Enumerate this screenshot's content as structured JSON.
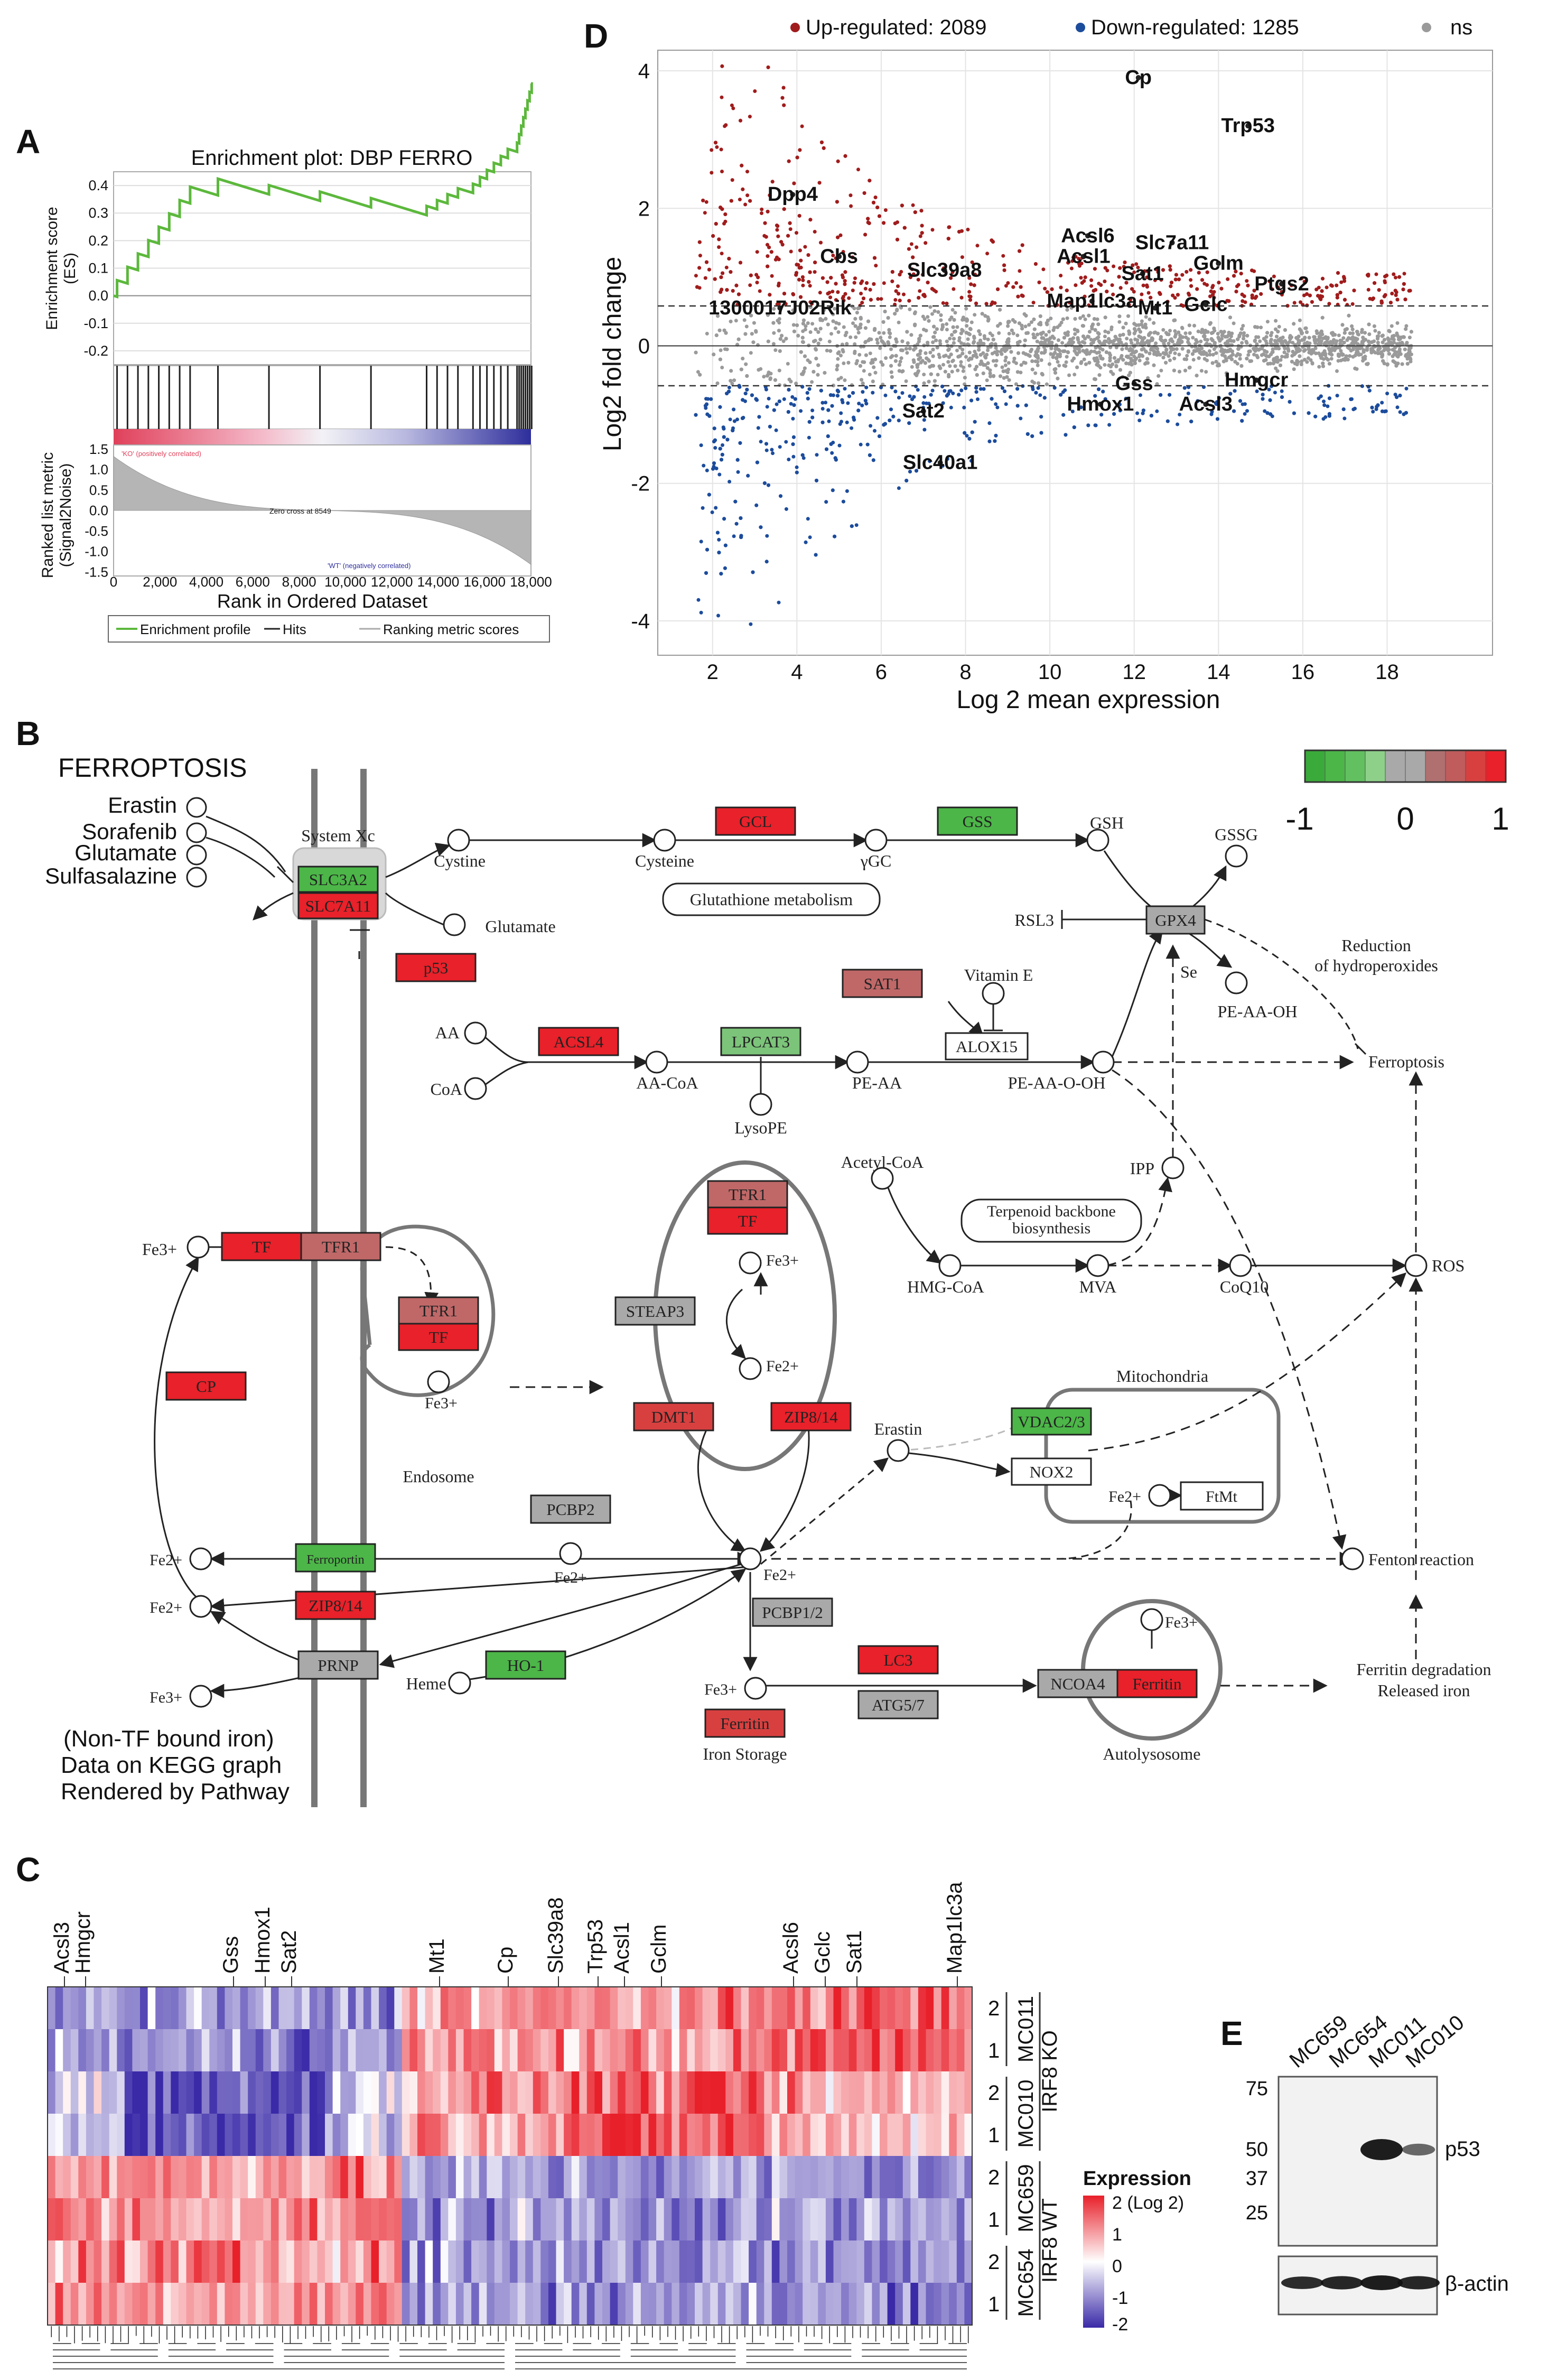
{
  "panel_letters": [
    "A",
    "B",
    "C",
    "D",
    "E"
  ],
  "panelA": {
    "title": "Enrichment plot: DBP FERRO",
    "es_axis_label": [
      "Enrichment score",
      "(ES)"
    ],
    "es_ticks": [
      "0.4",
      "0.3",
      "0.2",
      "0.1",
      "0.0",
      "-0.1",
      "-0.2"
    ],
    "metric_axis_label": [
      "Ranked list metric",
      "(Signal2Noise)"
    ],
    "metric_ticks": [
      "1.5",
      "1.0",
      "0.5",
      "0.0",
      "-0.5",
      "-1.0",
      "-1.5"
    ],
    "x_ticks": [
      "0",
      "2,000",
      "4,000",
      "6,000",
      "8,000",
      "10,000",
      "12,000",
      "14,000",
      "16,000",
      "18,000"
    ],
    "xlabel": "Rank in Ordered Dataset",
    "pos_label": "'KO' (positively correlated)",
    "neg_label": "'WT' (negatively correlated)",
    "zero_cross": "Zero cross at 8549",
    "legend": [
      "Enrichment profile",
      "Hits",
      "Ranking metric scores"
    ],
    "colors": {
      "profile": "#5cb83c",
      "pos": "#e0405a",
      "neg": "#2e2e9c"
    }
  },
  "panelB": {
    "title": "FERROPTOSIS",
    "colorbar": {
      "labels": [
        "-1",
        "0",
        "1"
      ]
    },
    "drugs": [
      "Erastin",
      "Sorafenib",
      "Glutamate",
      "Sulfasalazine"
    ],
    "footer": [
      "(Non-TF bound iron)",
      "Data on KEGG graph",
      "Rendered by Pathway"
    ],
    "nodes": {
      "system_xc": "System Xc",
      "cystine": "Cystine",
      "cysteine": "Cysteine",
      "ygc": "γGC",
      "gsh": "GSH",
      "gssg": "GSSG",
      "glutamate": "Glutamate",
      "glut_metab": "Glutathione metabolism",
      "rsl3": "RSL3",
      "reduction": [
        "Reduction",
        "of hydroperoxides"
      ],
      "se": "Se",
      "vitamin_e": "Vitamin E",
      "pe_aa_oh": "PE-AA-OH",
      "aa": "AA",
      "coa": "CoA",
      "aa_coa": "AA-CoA",
      "pe_aa": "PE-AA",
      "pe_aa_o_oh": "PE-AA-O-OH",
      "lysope": "LysoPE",
      "ferroptosis": "Ferroptosis",
      "acetyl_coa": "Acetyl-CoA",
      "terpenoid": [
        "Terpenoid backbone",
        "biosynthesis"
      ],
      "ipp": "IPP",
      "hmg_coa": "HMG-CoA",
      "mva": "MVA",
      "coq10": "CoQ10",
      "ros": "ROS",
      "fe3": "Fe3+",
      "fe2": "Fe2+",
      "endosome": "Endosome",
      "mitochondria": "Mitochondria",
      "erastin": "Erastin",
      "fenton": "Fenton reaction",
      "ferritin_deg": [
        "Ferritin degradation",
        "Released iron"
      ],
      "heme": "Heme",
      "iron_storage": "Iron Storage",
      "autolysosome": "Autolysosome",
      "ftmt": "FtMt"
    },
    "genes": [
      {
        "id": "gcl",
        "label": "GCL",
        "color": "#e8212a"
      },
      {
        "id": "gss",
        "label": "GSS",
        "color": "#4cb648"
      },
      {
        "id": "slc3a2",
        "label": "SLC3A2",
        "color": "#4cb648"
      },
      {
        "id": "slc7a11",
        "label": "SLC7A11",
        "color": "#e8212a"
      },
      {
        "id": "p53",
        "label": "p53",
        "color": "#e8212a"
      },
      {
        "id": "gpx4",
        "label": "GPX4",
        "color": "#a9a9a9"
      },
      {
        "id": "sat1",
        "label": "SAT1",
        "color": "#c06868"
      },
      {
        "id": "alox15",
        "label": "ALOX15",
        "color": "#ffffff"
      },
      {
        "id": "acsl4",
        "label": "ACSL4",
        "color": "#e8212a"
      },
      {
        "id": "lpcat3",
        "label": "LPCAT3",
        "color": "#7cc47a"
      },
      {
        "id": "tfr1_top",
        "label": "TFR1",
        "color": "#c06868"
      },
      {
        "id": "tf_top",
        "label": "TF",
        "color": "#e8212a"
      },
      {
        "id": "tf_left",
        "label": "TF",
        "color": "#e8212a"
      },
      {
        "id": "tfr1_left",
        "label": "TFR1",
        "color": "#c06868"
      },
      {
        "id": "tfr1_endo",
        "label": "TFR1",
        "color": "#c06868"
      },
      {
        "id": "tf_endo",
        "label": "TF",
        "color": "#e8212a"
      },
      {
        "id": "steap3",
        "label": "STEAP3",
        "color": "#a9a9a9"
      },
      {
        "id": "cp",
        "label": "CP",
        "color": "#e8212a"
      },
      {
        "id": "dmt1",
        "label": "DMT1",
        "color": "#d84040"
      },
      {
        "id": "zip814_top",
        "label": "ZIP8/14",
        "color": "#e8212a"
      },
      {
        "id": "vdac23",
        "label": "VDAC2/3",
        "color": "#4cb648"
      },
      {
        "id": "nox2",
        "label": "NOX2",
        "color": "#ffffff"
      },
      {
        "id": "pcbp2",
        "label": "PCBP2",
        "color": "#a9a9a9"
      },
      {
        "id": "ferroportin",
        "label": "Ferroportin",
        "color": "#4cb648"
      },
      {
        "id": "zip814_bot",
        "label": "ZIP8/14",
        "color": "#e8212a"
      },
      {
        "id": "pcbp12",
        "label": "PCBP1/2",
        "color": "#a9a9a9"
      },
      {
        "id": "prnp",
        "label": "PRNP",
        "color": "#a9a9a9"
      },
      {
        "id": "ho1",
        "label": "HO-1",
        "color": "#4cb648"
      },
      {
        "id": "lc3",
        "label": "LC3",
        "color": "#e8212a"
      },
      {
        "id": "atg57",
        "label": "ATG5/7",
        "color": "#a9a9a9"
      },
      {
        "id": "ferritin_store",
        "label": "Ferritin",
        "color": "#d84040"
      },
      {
        "id": "ncoa4",
        "label": "NCOA4",
        "color": "#a9a9a9"
      },
      {
        "id": "ferritin_auto",
        "label": "Ferritin",
        "color": "#e8212a"
      }
    ]
  },
  "panelC": {
    "genes": [
      "Acsl3",
      "Hmgcr",
      "Gss",
      "Hmox1",
      "Sat2",
      "Mt1",
      "Cp",
      "Slc39a8",
      "Trp53",
      "Acsl1",
      "Gclm",
      "Acsl6",
      "Gclc",
      "Sat1",
      "Map1lc3a"
    ],
    "rows": [
      {
        "sample": "MC011",
        "rep": "2"
      },
      {
        "sample": "MC011",
        "rep": "1"
      },
      {
        "sample": "MC010",
        "rep": "2"
      },
      {
        "sample": "MC010",
        "rep": "1"
      },
      {
        "sample": "MC659",
        "rep": "2"
      },
      {
        "sample": "MC659",
        "rep": "1"
      },
      {
        "sample": "MC654",
        "rep": "2"
      },
      {
        "sample": "MC654",
        "rep": "1"
      }
    ],
    "groups": [
      "IRF8 KO",
      "IRF8 WT"
    ],
    "legend_title": "Expression",
    "legend_ticks": [
      "2 (Log 2)",
      "1",
      "0",
      "-1",
      "-2"
    ]
  },
  "chart_data": {
    "type": "scatter",
    "legend": [
      {
        "name": "Up-regulated: 2089",
        "color": "#a01c1c"
      },
      {
        "name": "Down-regulated: 1285",
        "color": "#1c4c9c"
      },
      {
        "name": "ns",
        "color": "#9a9a9a"
      }
    ],
    "xlabel": "Log 2 mean expression",
    "ylabel": "Log2 fold change",
    "xlim": [
      0.7,
      20.5
    ],
    "ylim": [
      -4.5,
      4.3
    ],
    "x_ticks": [
      "2",
      "4",
      "6",
      "8",
      "10",
      "12",
      "14",
      "16",
      "18"
    ],
    "y_ticks": [
      "4",
      "2",
      "0",
      "-2",
      "-4"
    ],
    "thresholds": [
      0.58,
      -0.58
    ],
    "grid": true,
    "labeled_genes": [
      {
        "name": "Cp",
        "x": 12.1,
        "y": 3.9
      },
      {
        "name": "Trp53",
        "x": 14.7,
        "y": 3.2
      },
      {
        "name": "Dpp4",
        "x": 3.9,
        "y": 2.2
      },
      {
        "name": "Acsl6",
        "x": 10.9,
        "y": 1.6
      },
      {
        "name": "Slc7a11",
        "x": 12.9,
        "y": 1.5
      },
      {
        "name": "Cbs",
        "x": 5.0,
        "y": 1.3
      },
      {
        "name": "Acsl1",
        "x": 10.8,
        "y": 1.3
      },
      {
        "name": "Slc39a8",
        "x": 7.5,
        "y": 1.1
      },
      {
        "name": "Gclm",
        "x": 14.0,
        "y": 1.2
      },
      {
        "name": "Sat1",
        "x": 12.2,
        "y": 1.05
      },
      {
        "name": "Ptgs2",
        "x": 15.5,
        "y": 0.9
      },
      {
        "name": "Map1lc3a",
        "x": 11.0,
        "y": 0.65
      },
      {
        "name": "Mt1",
        "x": 12.5,
        "y": 0.55
      },
      {
        "name": "Gclc",
        "x": 13.7,
        "y": 0.6
      },
      {
        "name": "1300017J02Rik",
        "x": 3.6,
        "y": 0.55
      },
      {
        "name": "Gss",
        "x": 12.0,
        "y": -0.55
      },
      {
        "name": "Hmgcr",
        "x": 14.9,
        "y": -0.5
      },
      {
        "name": "Hmox1",
        "x": 11.2,
        "y": -0.85
      },
      {
        "name": "Acsl3",
        "x": 13.7,
        "y": -0.85
      },
      {
        "name": "Sat2",
        "x": 7.0,
        "y": -0.95
      },
      {
        "name": "Slc40a1",
        "x": 7.4,
        "y": -1.7
      }
    ]
  },
  "panelE": {
    "samples": [
      "MC659",
      "MC654",
      "MC011",
      "MC010"
    ],
    "mw_markers": [
      "75",
      "50",
      "37",
      "25"
    ],
    "bands": [
      "p53",
      "β-actin"
    ],
    "p53_levels": [
      0,
      0,
      1.0,
      0.45
    ],
    "actin_levels": [
      0.85,
      0.9,
      1.0,
      0.9
    ]
  }
}
